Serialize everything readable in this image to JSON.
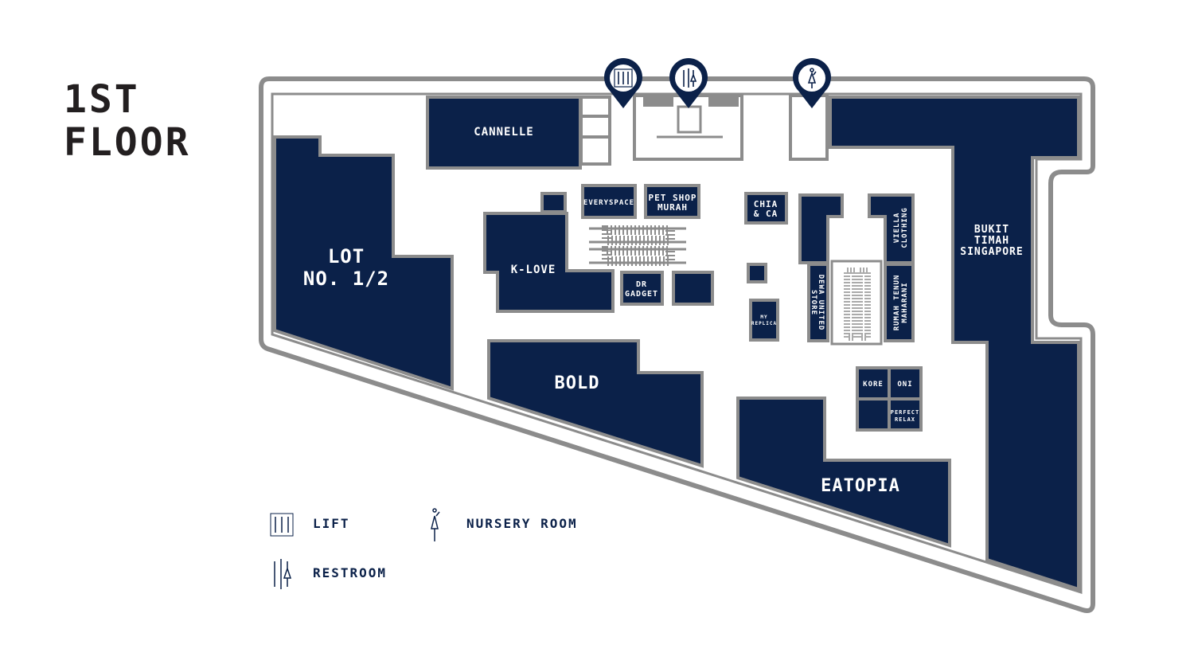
{
  "title": {
    "line1": "1ST",
    "line2": "FLOOR"
  },
  "colors": {
    "store": "#0b2149",
    "wall": "#8c8c8c",
    "title": "#231f20"
  },
  "stores": {
    "lot": [
      "LOT",
      "NO. 1/2"
    ],
    "cannelle": "CANNELLE",
    "bukit": [
      "BUKIT",
      "TIMAH",
      "SINGAPORE"
    ],
    "klove": "K-LOVE",
    "everyspace": "EVERYSPACE",
    "petshop": [
      "PET SHOP",
      "MURAH"
    ],
    "drgadget": [
      "DR",
      "GADGET"
    ],
    "chia": [
      "CHIA",
      "& CA"
    ],
    "myreplica": [
      "MY",
      "REPLICA"
    ],
    "dewa": [
      "DEWA UNITED",
      "STORE"
    ],
    "viella": [
      "VIELLA",
      "CLOTHING"
    ],
    "rumah": [
      "RUMAH TENUN",
      "MAHARANI"
    ],
    "kore": "KORE",
    "oni": "ONI",
    "perfect": [
      "PERFECT",
      "RELAX"
    ],
    "bold": "BOLD",
    "eatopia": "EATOPIA"
  },
  "legend": {
    "lift": "LIFT",
    "restroom": "RESTROOM",
    "nursery": "NURSERY ROOM"
  },
  "icons": {
    "lift": "lift-icon",
    "restroom": "restroom-icon",
    "nursery": "nursery-room-icon",
    "pin": "map-pin-icon"
  }
}
